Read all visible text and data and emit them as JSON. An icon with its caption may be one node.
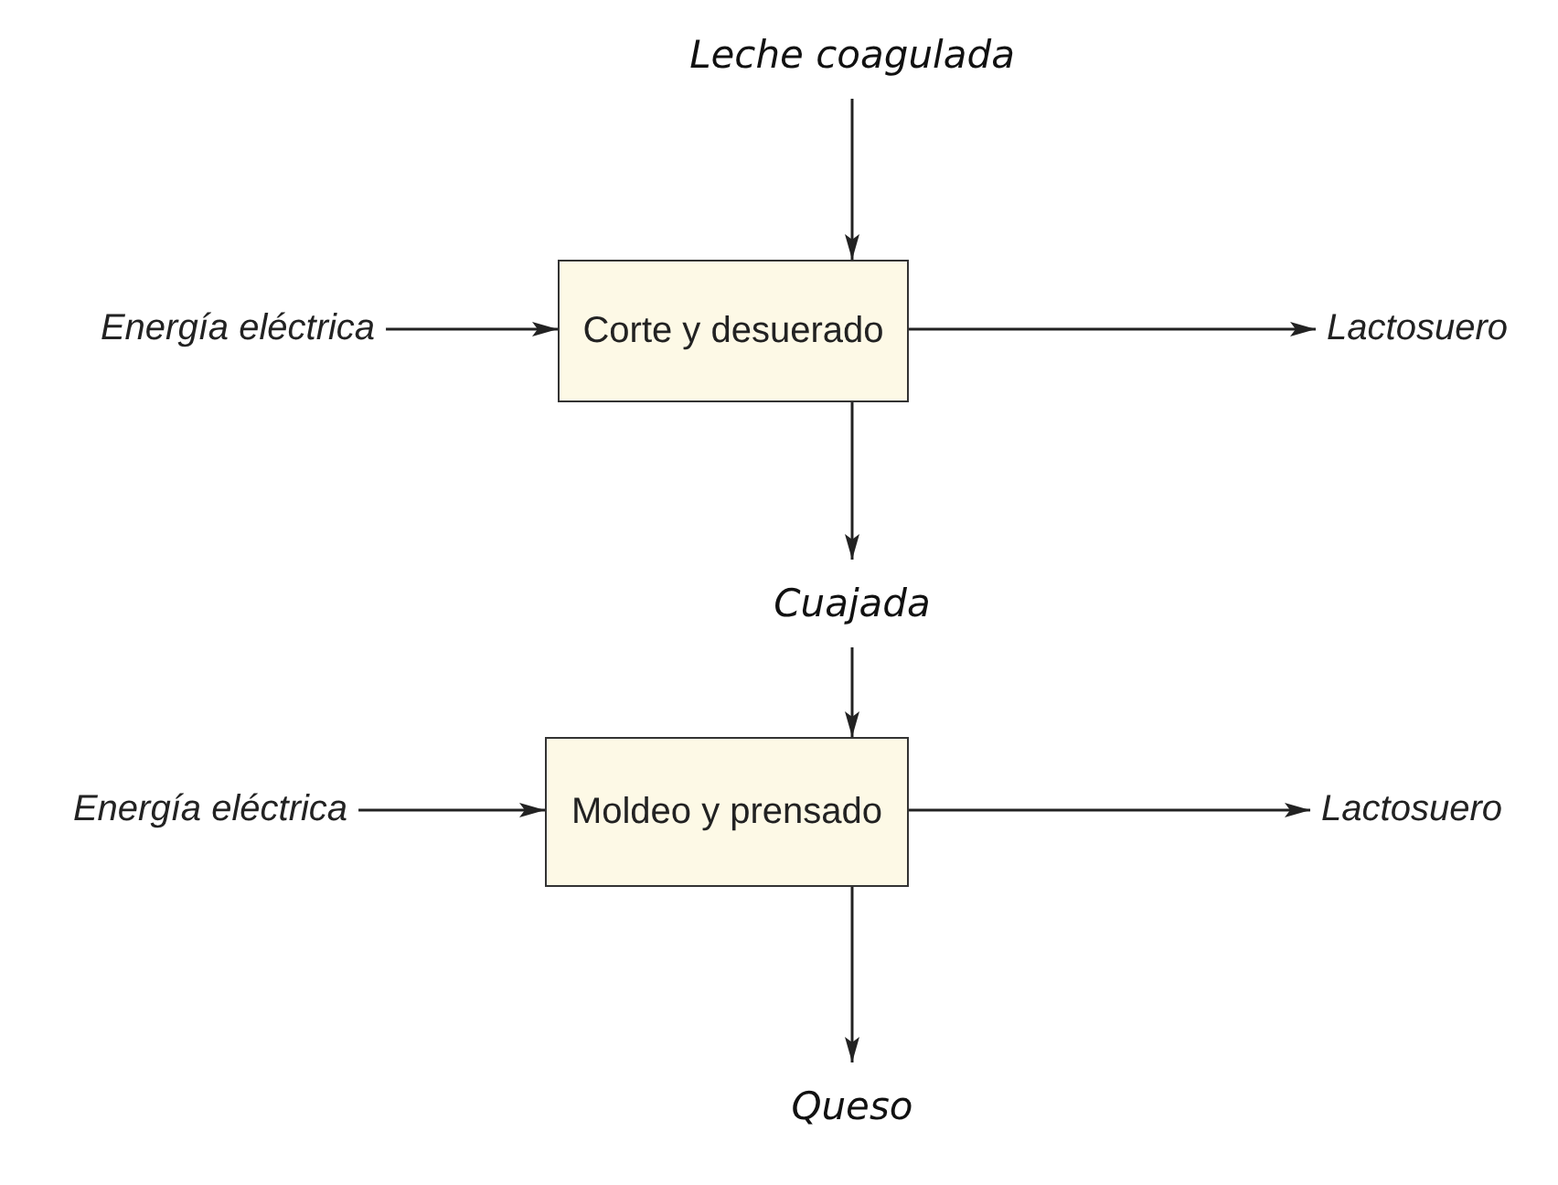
{
  "diagram": {
    "nodes": [
      {
        "text": [
          "Leche coagulada"
        ]
      },
      {
        "text": [
          "Corte y desuerado"
        ]
      },
      {
        "text": [
          "Energía eléctrica"
        ]
      },
      {
        "text": [
          "Lactosuero"
        ]
      },
      {
        "text": [
          "Cuajada"
        ]
      },
      {
        "text": [
          "Energía eléctrica"
        ]
      },
      {
        "text": [
          "Moldeo y prensado"
        ]
      },
      {
        "text": [
          "Lactosuero"
        ]
      },
      {
        "text": [
          "Queso"
        ]
      }
    ],
    "edges": [
      {
        "from": 0,
        "to": 1,
        "arrow": "to"
      },
      {
        "from": 2,
        "to": 1,
        "arrow": "to"
      },
      {
        "from": 1,
        "to": 3,
        "arrow": "to"
      },
      {
        "from": 1,
        "to": 4,
        "arrow": "to"
      },
      {
        "from": 4,
        "to": 6,
        "arrow": "to"
      },
      {
        "from": 5,
        "to": 6,
        "arrow": "to"
      },
      {
        "from": 6,
        "to": 7,
        "arrow": "to"
      },
      {
        "from": 6,
        "to": 8,
        "arrow": "to"
      }
    ]
  }
}
